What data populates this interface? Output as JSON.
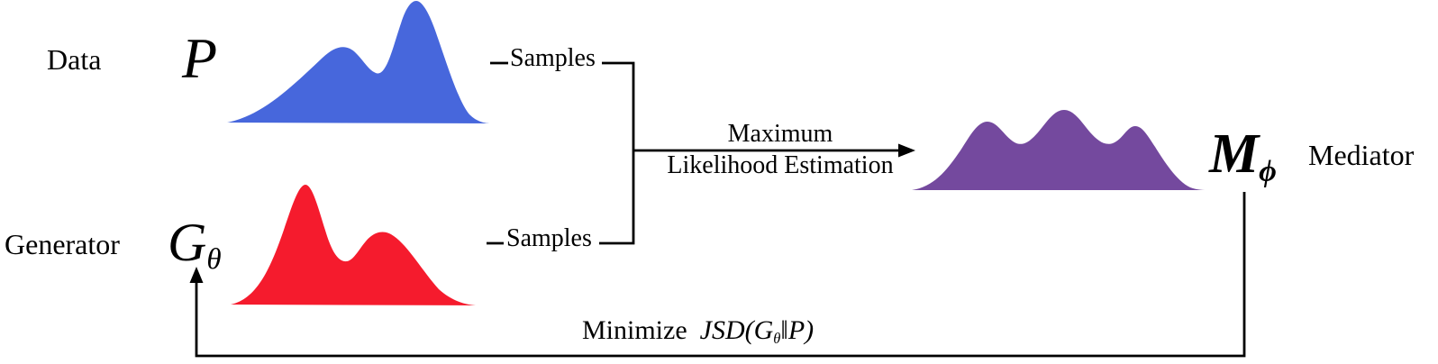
{
  "colors": {
    "data_curve": "#4767DC",
    "generator_curve": "#F51B2D",
    "mediator_curve": "#74499E",
    "line": "#000000"
  },
  "nodes": {
    "data": {
      "label": "Data",
      "symbol": "P",
      "curve": "blue bimodal density"
    },
    "generator": {
      "label": "Generator",
      "symbol": "G",
      "symbol_sub": "θ",
      "curve": "red bimodal density"
    },
    "mediator": {
      "label": "Mediator",
      "symbol": "M",
      "symbol_sub": "ϕ",
      "curve": "purple trimodal density"
    }
  },
  "edges": {
    "samples_top": "Samples",
    "samples_bottom": "Samples",
    "mle": {
      "line1": "Maximum",
      "line2": "Likelihood Estimation"
    },
    "minimize": {
      "word": "Minimize",
      "formula_pre": "JSD(G",
      "formula_sub": "θ",
      "formula_post": "‖P)"
    }
  }
}
